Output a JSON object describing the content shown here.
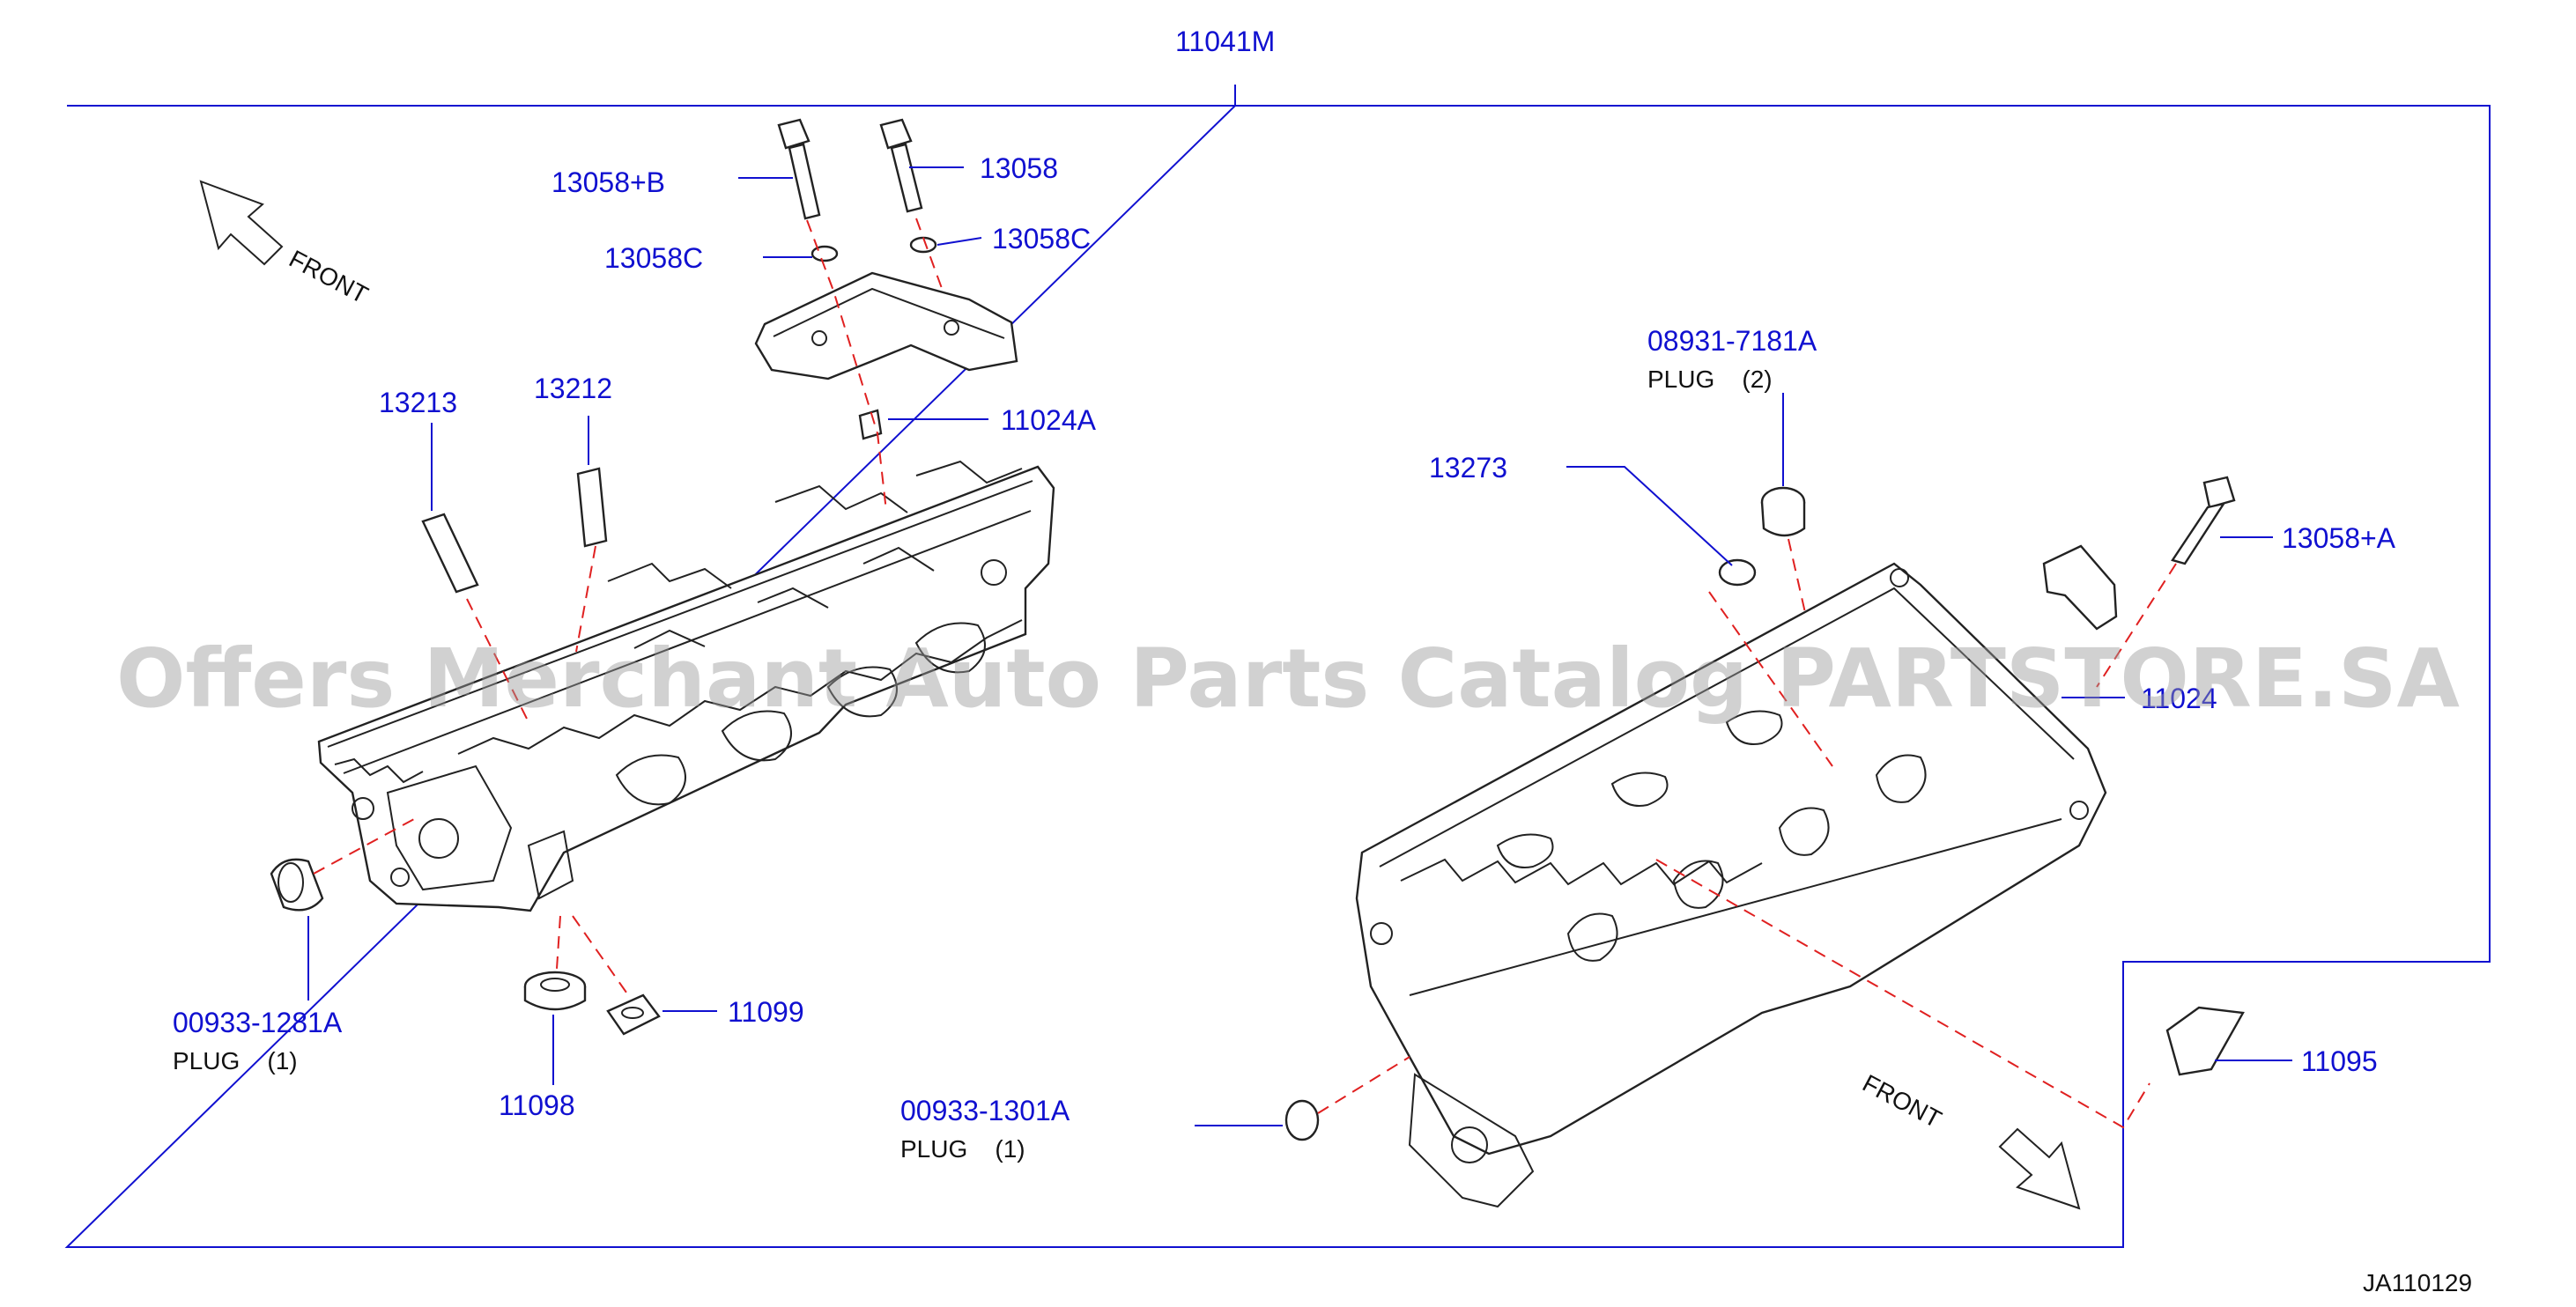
{
  "assembly_label": "11041M",
  "diagram_code": "JA110129",
  "watermark": "Offers Merchant Auto Parts Catalog PARTSTORE.SA",
  "front_left": "FRONT",
  "front_right": "FRONT",
  "parts": {
    "bolt_b": "13058+B",
    "bolt": "13058",
    "washer_left": "13058C",
    "washer_right": "13058C",
    "dowel_13213": "13213",
    "dowel_13212": "13212",
    "dowel_11024a": "11024A",
    "plug_08931": "08931-7181A",
    "plug_08931_note": "PLUG    (2)",
    "washer_13273": "13273",
    "bolt_a": "13058+A",
    "dowel_11024_right": "11024",
    "plug_00933_1281": "00933-1281A",
    "plug_00933_1281_note": "PLUG    (1)",
    "seal_11099": "11099",
    "seal_11098": "11098",
    "plug_00933_1301": "00933-1301A",
    "plug_00933_1301_note": "PLUG    (1)",
    "dowel_11095": "11095"
  },
  "colors": {
    "label": "#1010d0",
    "line_art": "#222222",
    "hidden_line": "#e02020",
    "watermark": "#9a9a9a"
  }
}
